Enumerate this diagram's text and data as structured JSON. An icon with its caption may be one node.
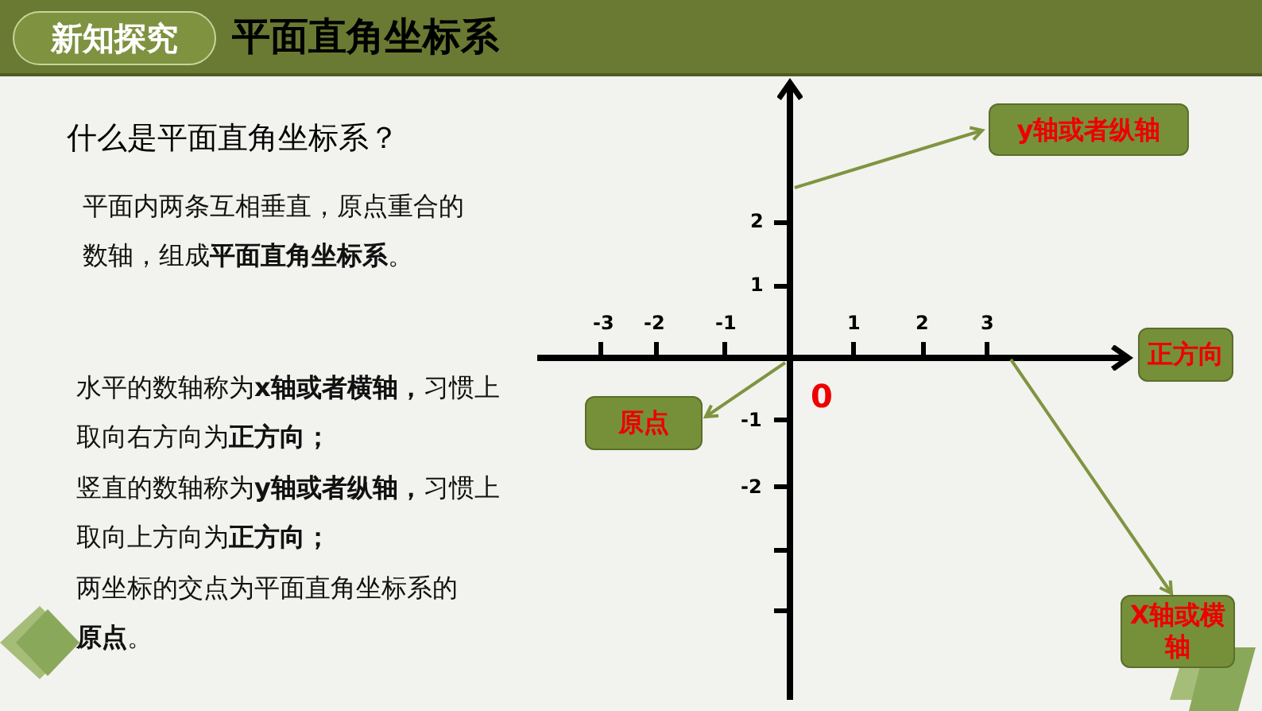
{
  "diagram": {
    "title": "平面直角坐标系",
    "nodes": [
      {
        "text": [
          "新知探究"
        ]
      },
      {
        "text": [
          "y轴或者纵轴"
        ]
      },
      {
        "text": [
          "正方向"
        ]
      },
      {
        "text": [
          "原点"
        ]
      },
      {
        "text": [
          "X轴或横轴"
        ]
      }
    ],
    "edges": [
      {
        "from": null,
        "to": 1,
        "arrow": "to"
      },
      {
        "from": null,
        "to": 3,
        "arrow": "to"
      },
      {
        "from": null,
        "to": 4,
        "arrow": "to"
      }
    ],
    "labels": [
      "什么是平面直角坐标系？",
      "平面内两条互相垂直，原点重合的数轴，组成**平面直角坐标系**。",
      "水平的数轴称为**x轴或者横轴，**习惯上取向右方向为**正方向；**",
      "竖直的数轴称为**y轴或者纵轴，**习惯上取向上方向为**正方向；**",
      "两坐标的交点为平面直角坐标系的**原点**。",
      "-3",
      "-2",
      "-1",
      "1",
      "2",
      "3",
      "2",
      "1",
      "0",
      "-1",
      "-2"
    ]
  }
}
